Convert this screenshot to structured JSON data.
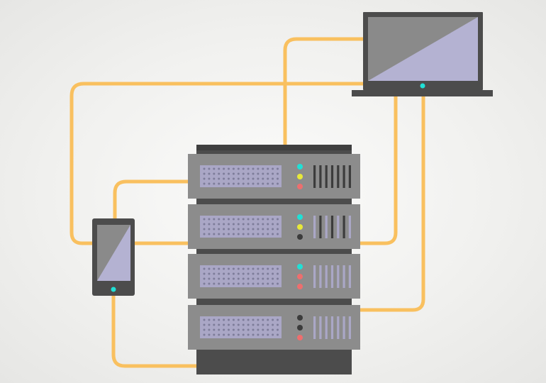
{
  "illustration": {
    "subject": "network-server-rack-with-laptop-and-phone",
    "icons": [
      "server-rack-icon",
      "laptop-icon",
      "smartphone-icon",
      "cable-icon"
    ],
    "colors": {
      "background": "#eeeeec",
      "cable": "#f9c05f",
      "rack_frame": "#4c4c4c",
      "server_unit": "#8c8c8c",
      "vent_panel": "#aaa7c6",
      "vent_dot": "#7d7c99",
      "screen_dark": "#8a8a8a",
      "screen_light": "#b4b2d2",
      "led_cyan": "#20e0d6",
      "led_yellow": "#e8e83a",
      "led_red": "#ee6e6e",
      "led_off": "#3b3b3b"
    },
    "server_units": [
      {
        "leds": [
          "cyan",
          "yellow",
          "red"
        ],
        "slots": "dark"
      },
      {
        "leds": [
          "cyan",
          "yellow",
          "off"
        ],
        "slots": "mixed"
      },
      {
        "leds": [
          "cyan",
          "red",
          "red"
        ],
        "slots": "light"
      },
      {
        "leds": [
          "off",
          "off",
          "red"
        ],
        "slots": "light"
      }
    ]
  }
}
